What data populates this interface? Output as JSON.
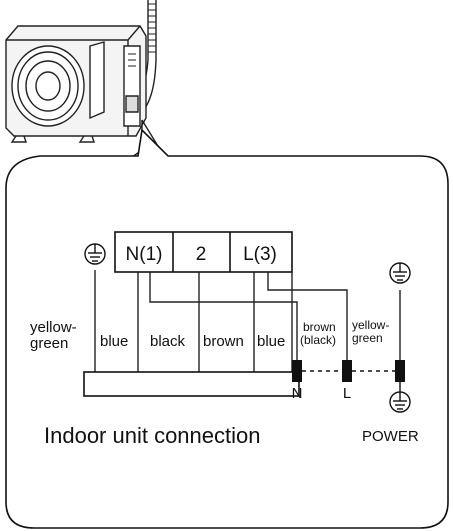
{
  "terminal_block": {
    "terminals": [
      "N(1)",
      "2",
      "L(3)"
    ]
  },
  "wire_labels": {
    "yellow_green_left": [
      "yellow-",
      "green"
    ],
    "blue_1": "blue",
    "black": "black",
    "brown": "brown",
    "blue_2": "blue",
    "brown_black": [
      "brown",
      "(black)"
    ],
    "yellow_green_right": [
      "yellow-",
      "green"
    ]
  },
  "power_terminals": {
    "neutral": "N",
    "live": "L"
  },
  "captions": {
    "indoor": "Indoor unit connection",
    "power": "POWER"
  },
  "icons": [
    "ground-icon",
    "outdoor-unit-illustration"
  ]
}
